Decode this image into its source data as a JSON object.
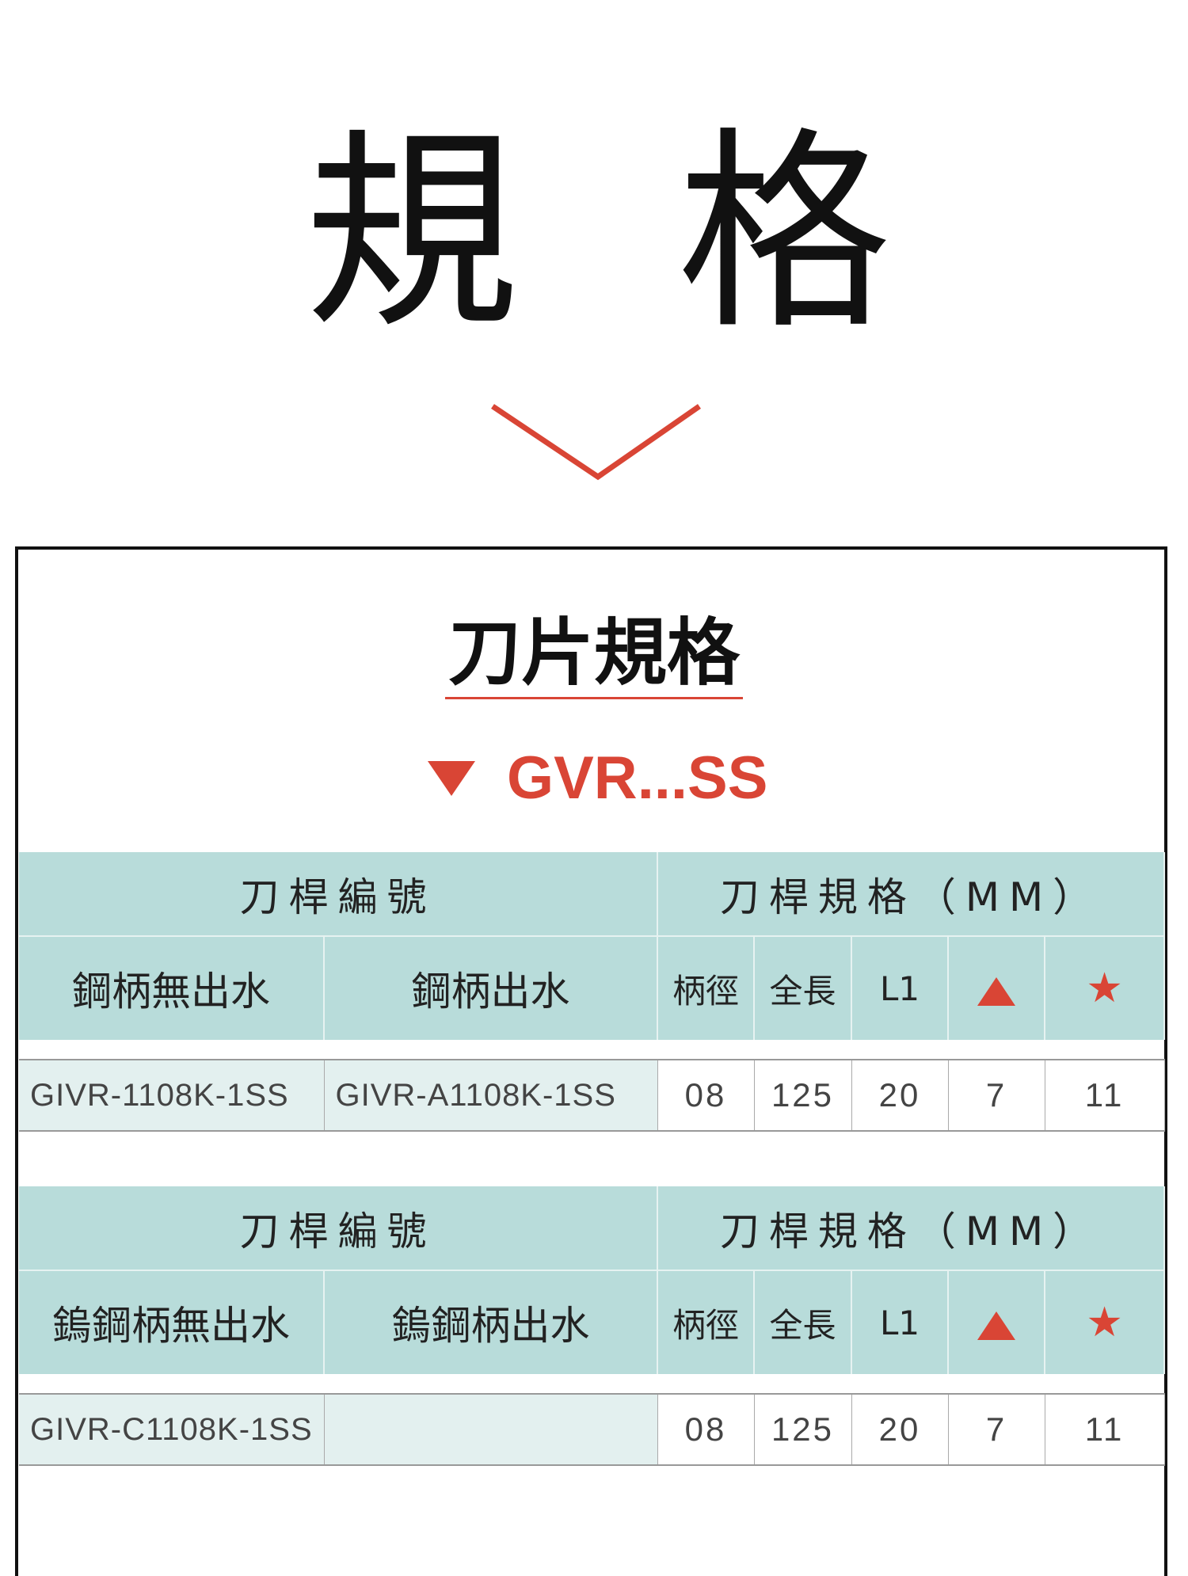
{
  "page_title": [
    "規",
    "格"
  ],
  "section_title": "刀片規格",
  "series_label": "GVR...SS",
  "colors": {
    "accent": "#d94535",
    "header_bg": "#b8dcda",
    "code_bg": "#e3f0ef"
  },
  "tables": [
    {
      "group_headers": [
        "刀桿編號",
        "刀桿規格（MM）"
      ],
      "col_headers": [
        "鋼柄無出水",
        "鋼柄出水",
        "柄徑",
        "全長",
        "L1",
        "triangle-icon",
        "star-icon"
      ],
      "rows": [
        [
          "GIVR-1108K-1SS",
          "GIVR-A1108K-1SS",
          "08",
          "125",
          "20",
          "7",
          "11"
        ]
      ]
    },
    {
      "group_headers": [
        "刀桿編號",
        "刀桿規格（MM）"
      ],
      "col_headers": [
        "鎢鋼柄無出水",
        "鎢鋼柄出水",
        "柄徑",
        "全長",
        "L1",
        "triangle-icon",
        "star-icon"
      ],
      "rows": [
        [
          "GIVR-C1108K-1SS",
          "",
          "08",
          "125",
          "20",
          "7",
          "11"
        ]
      ]
    }
  ]
}
